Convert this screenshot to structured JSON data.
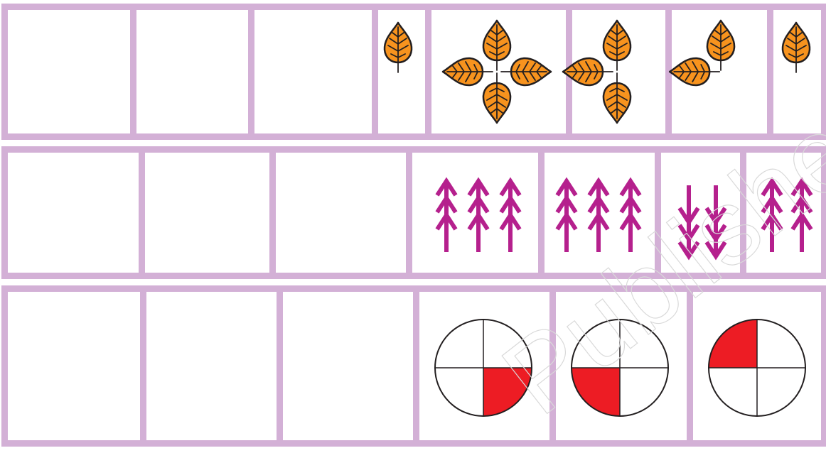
{
  "colors": {
    "frame": "#d3b0d6",
    "leaf_fill": "#f7931e",
    "leaf_stroke": "#231f20",
    "arrow": "#b5208d",
    "circle_fill": "#ed1c24",
    "circle_stroke": "#231f20"
  },
  "pattern_rows": [
    {
      "name": "leaf-pattern-row",
      "blank_boxes": 3,
      "icon": "leaf-icon",
      "filled_boxes": [
        {
          "leaves": [
            "up"
          ]
        },
        {
          "leaves": [
            "up",
            "left",
            "right",
            "down"
          ]
        },
        {
          "leaves": [
            "up",
            "left",
            "down"
          ]
        },
        {
          "leaves": [
            "up",
            "left"
          ]
        },
        {
          "leaves": [
            "up"
          ]
        }
      ]
    },
    {
      "name": "arrow-pattern-row",
      "blank_boxes": 3,
      "icon": "arrow-stalk-icon",
      "filled_boxes": [
        {
          "arrows": [
            "up",
            "up",
            "up"
          ]
        },
        {
          "arrows": [
            "up",
            "up",
            "up"
          ]
        },
        {
          "arrows": [
            "down",
            "down"
          ]
        },
        {
          "arrows": [
            "up",
            "up"
          ]
        }
      ]
    },
    {
      "name": "quarter-circle-pattern-row",
      "blank_boxes": 3,
      "icon": "quarter-circle-icon",
      "filled_boxes": [
        {
          "shaded_quarter": "bottom-right"
        },
        {
          "shaded_quarter": "bottom-left"
        },
        {
          "shaded_quarter": "top-left"
        }
      ]
    }
  ],
  "watermark": "Published"
}
